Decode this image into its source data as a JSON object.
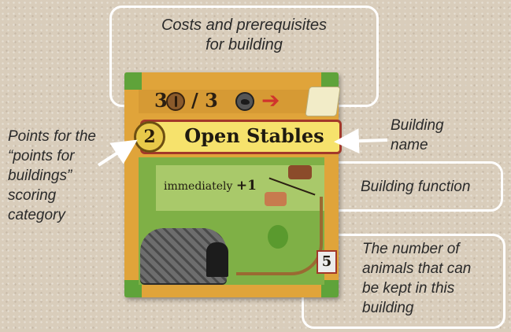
{
  "card": {
    "cost_wood": "3",
    "cost_stone": "/ 3",
    "building_name": "Open Stables",
    "points": "2",
    "function_word": "immediately",
    "function_amount": "+1",
    "capacity": "5"
  },
  "callouts": {
    "costs": [
      "Costs and prerequisites",
      "for building"
    ],
    "points": [
      "Points for the",
      "“points for",
      "buildings”",
      "scoring",
      "category"
    ],
    "name": [
      "Building",
      "name"
    ],
    "function": [
      "Building function"
    ],
    "capacity": [
      "The number of",
      "animals that can",
      "be kept in this",
      "building"
    ]
  },
  "icons": [
    "wood-resource-icon",
    "stone-resource-icon",
    "arrow-right-icon",
    "scroll-icon",
    "cow-icon",
    "horse-icon"
  ],
  "colors": {
    "callout_border": "#ffffff",
    "card_frame": "#e0a43a",
    "name_banner": "#f6e26c",
    "banner_border": "#a2382a",
    "arrow": "#d0342c"
  }
}
